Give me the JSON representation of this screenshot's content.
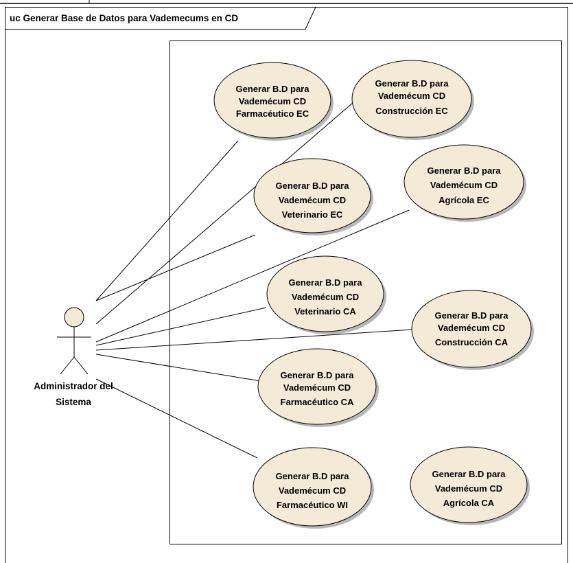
{
  "diagram": {
    "title": "uc Generar Base de Datos para Vademecums en CD",
    "actor": {
      "lines": [
        "Administrador del",
        "Sistema"
      ]
    },
    "use_cases": [
      {
        "id": "farm-ec",
        "lines": [
          "Generar B.D para",
          "Vademécum CD",
          "Farmacéutico EC"
        ]
      },
      {
        "id": "cons-ec",
        "lines": [
          "Generar B.D para",
          "Vademécum CD",
          "Construcción EC"
        ]
      },
      {
        "id": "vet-ec",
        "lines": [
          "Generar B.D para",
          "Vademécum CD",
          "Veterinario EC"
        ]
      },
      {
        "id": "agr-ec",
        "lines": [
          "Generar B.D para",
          "Vademécum CD",
          "Agrícola EC"
        ]
      },
      {
        "id": "vet-ca",
        "lines": [
          "Generar B.D para",
          "Vademécum CD",
          "Veterinario CA"
        ]
      },
      {
        "id": "cons-ca",
        "lines": [
          "Generar B.D para",
          "Vademécum CD",
          "Construcción CA"
        ]
      },
      {
        "id": "farm-ca",
        "lines": [
          "Generar B.D para",
          "Vademécum CD",
          "Farmacéutico CA"
        ]
      },
      {
        "id": "farm-wi",
        "lines": [
          "Generar B.D para",
          "Vademécum CD",
          "Farmacéutico WI"
        ]
      },
      {
        "id": "agr-ca",
        "lines": [
          "Generar B.D para",
          "Vademécum CD",
          "Agrícola CA"
        ]
      }
    ],
    "associations": [
      "farm-ec",
      "cons-ec",
      "vet-ec",
      "agr-ec",
      "vet-ca",
      "cons-ca",
      "farm-ca",
      "farm-wi"
    ],
    "colors": {
      "use_case_fill": "#f3ebd7",
      "use_case_shadow": "#b7b7b7",
      "actor_head_fill": "#f3ebd7",
      "stroke": "#000000"
    }
  }
}
